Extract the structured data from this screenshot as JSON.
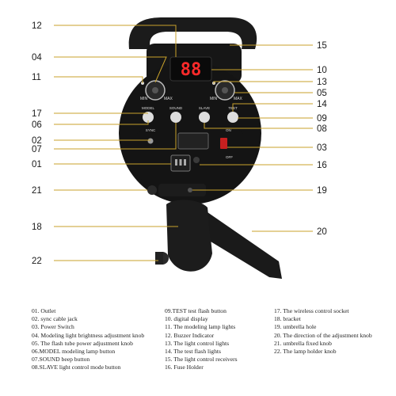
{
  "display_text": "88",
  "labels": {
    "knob_min": "MIN",
    "knob_max": "MAX",
    "btn_model": "MODEL",
    "btn_sound": "SOUND",
    "btn_slave": "SLAVE",
    "btn_test": "TEST",
    "sync": "SYNC",
    "switch_on": "ON",
    "switch_off": "OFF"
  },
  "callouts": [
    "12",
    "04",
    "11",
    "17",
    "06",
    "02",
    "07",
    "01",
    "21",
    "18",
    "22",
    "15",
    "10",
    "13",
    "05",
    "14",
    "09",
    "08",
    "03",
    "16",
    "19",
    "20"
  ],
  "legend": {
    "col1": [
      "01. Outlet",
      "02. sync cable jack",
      "03. Power Switch",
      "04. Modeling light brightness adjustment knob",
      "05. The flash tube power adjustment knob",
      "06.MODEL modeling lamp button",
      "07.SOUND beep button",
      "08.SLAVE light control mode button"
    ],
    "col2": [
      "09.TEST test flash button",
      "10. digital display",
      "11. The modeling lamp lights",
      "12. Buzzer Indicator",
      "13. The light control lights",
      "14. The test flash lights",
      "15. The light control receivers",
      "16. Fuse Holder"
    ],
    "col3": [
      "17. The wireless control socket",
      "18. bracket",
      "19. umbrella hole",
      "20. The direction of the adjustment knob",
      "21. umbrella fixed knob",
      "22. The lamp holder knob"
    ]
  },
  "colors": {
    "leader": "#c9a22b",
    "display_digits": "#ff2a2a",
    "body": "#141414"
  }
}
